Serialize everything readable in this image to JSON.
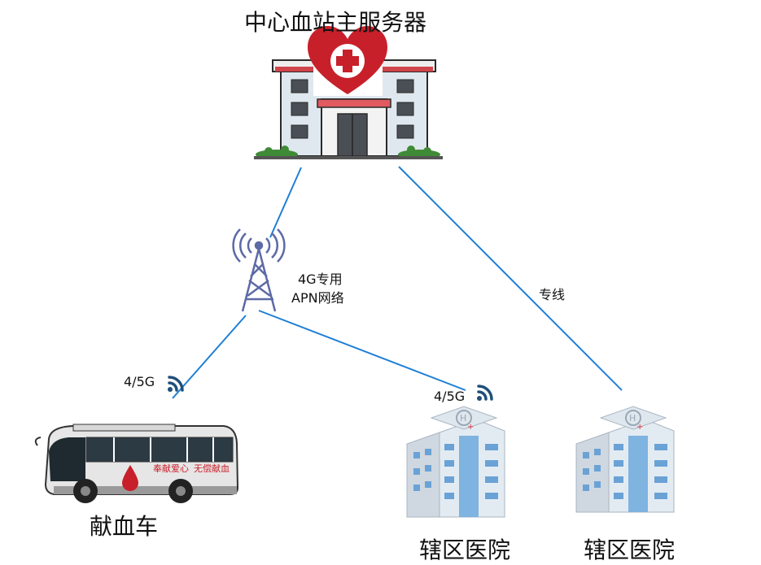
{
  "labels": {
    "central_server": "中心血站主服务器",
    "apn_line1": "4G专用",
    "apn_line2": "APN网络",
    "dedicated_line": "专线",
    "signal_bus": "4/5G",
    "signal_hospital": "4/5G",
    "blood_bus": "献血车",
    "hospital_1": "辖区医院",
    "hospital_2": "辖区医院",
    "bus_slogan_1": "奉献爱心",
    "bus_slogan_2": "无偿献血"
  },
  "colors": {
    "link_line": "#1f7fd6",
    "wifi_icon": "#1f4f7a",
    "cross_red": "#c8202a"
  },
  "icons": [
    "hospital-building-icon",
    "cell-tower-icon",
    "wifi-signal-icon",
    "blood-bus-icon",
    "hospital-tower-icon"
  ]
}
